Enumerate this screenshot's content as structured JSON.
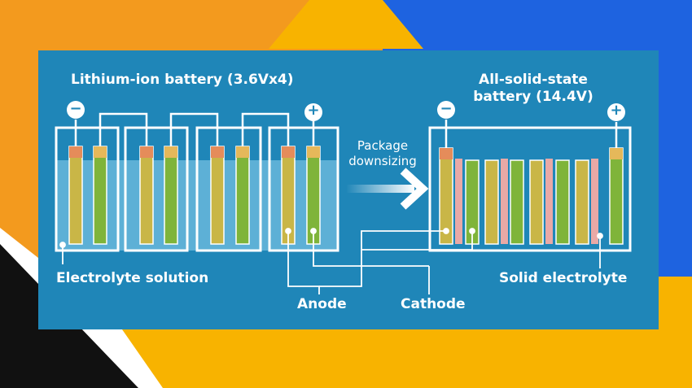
{
  "diagram": {
    "left_title": "Lithium-ion battery (3.6Vx4)",
    "right_title_line1": "All-solid-state",
    "right_title_line2": "battery (14.4V)",
    "arrow_label_line1": "Package",
    "arrow_label_line2": "downsizing",
    "labels": {
      "electrolyte_solution": "Electrolyte solution",
      "anode": "Anode",
      "cathode": "Cathode",
      "solid_electrolyte": "Solid electrolyte"
    },
    "terminal_minus": "−",
    "terminal_plus": "+"
  },
  "colors": {
    "background_orange": "#f39a1e",
    "background_yellow": "#f8b300",
    "background_blue": "#1e63e0",
    "panel_blue": "#1f86b8",
    "electrolyte_blue": "#8fd3ee",
    "anode_olive": "#c9b647",
    "cathode_green": "#7fb43a",
    "tab_salmon": "#e58c5a",
    "tab_gold": "#e5b85a",
    "solid_electrolyte_pink": "#e9a9a6"
  }
}
